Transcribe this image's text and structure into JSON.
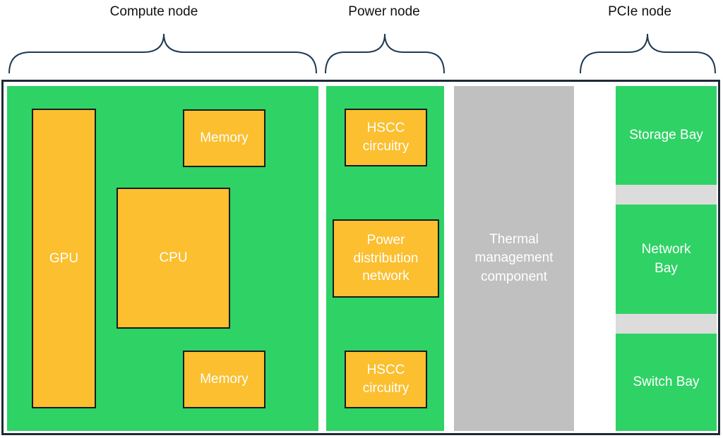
{
  "headers": {
    "compute": "Compute node",
    "power": "Power node",
    "pcie": "PCIe node"
  },
  "compute": {
    "gpu": "GPU",
    "cpu": "CPU",
    "memory_top": "Memory",
    "memory_bottom": "Memory"
  },
  "power": {
    "hscc_top": "HSCC\ncircuitry",
    "pdn": "Power\ndistribution\nnetwork",
    "hscc_bottom": "HSCC\ncircuitry"
  },
  "thermal": {
    "label": "Thermal\nmanagement\ncomponent"
  },
  "pcie": {
    "storage": "Storage Bay",
    "network": "Network\nBay",
    "switch": "Switch Bay"
  },
  "colors": {
    "green": "#2fd265",
    "orange": "#fbbf2f",
    "gray": "#c0c0c0",
    "frame": "#1f2a36"
  }
}
